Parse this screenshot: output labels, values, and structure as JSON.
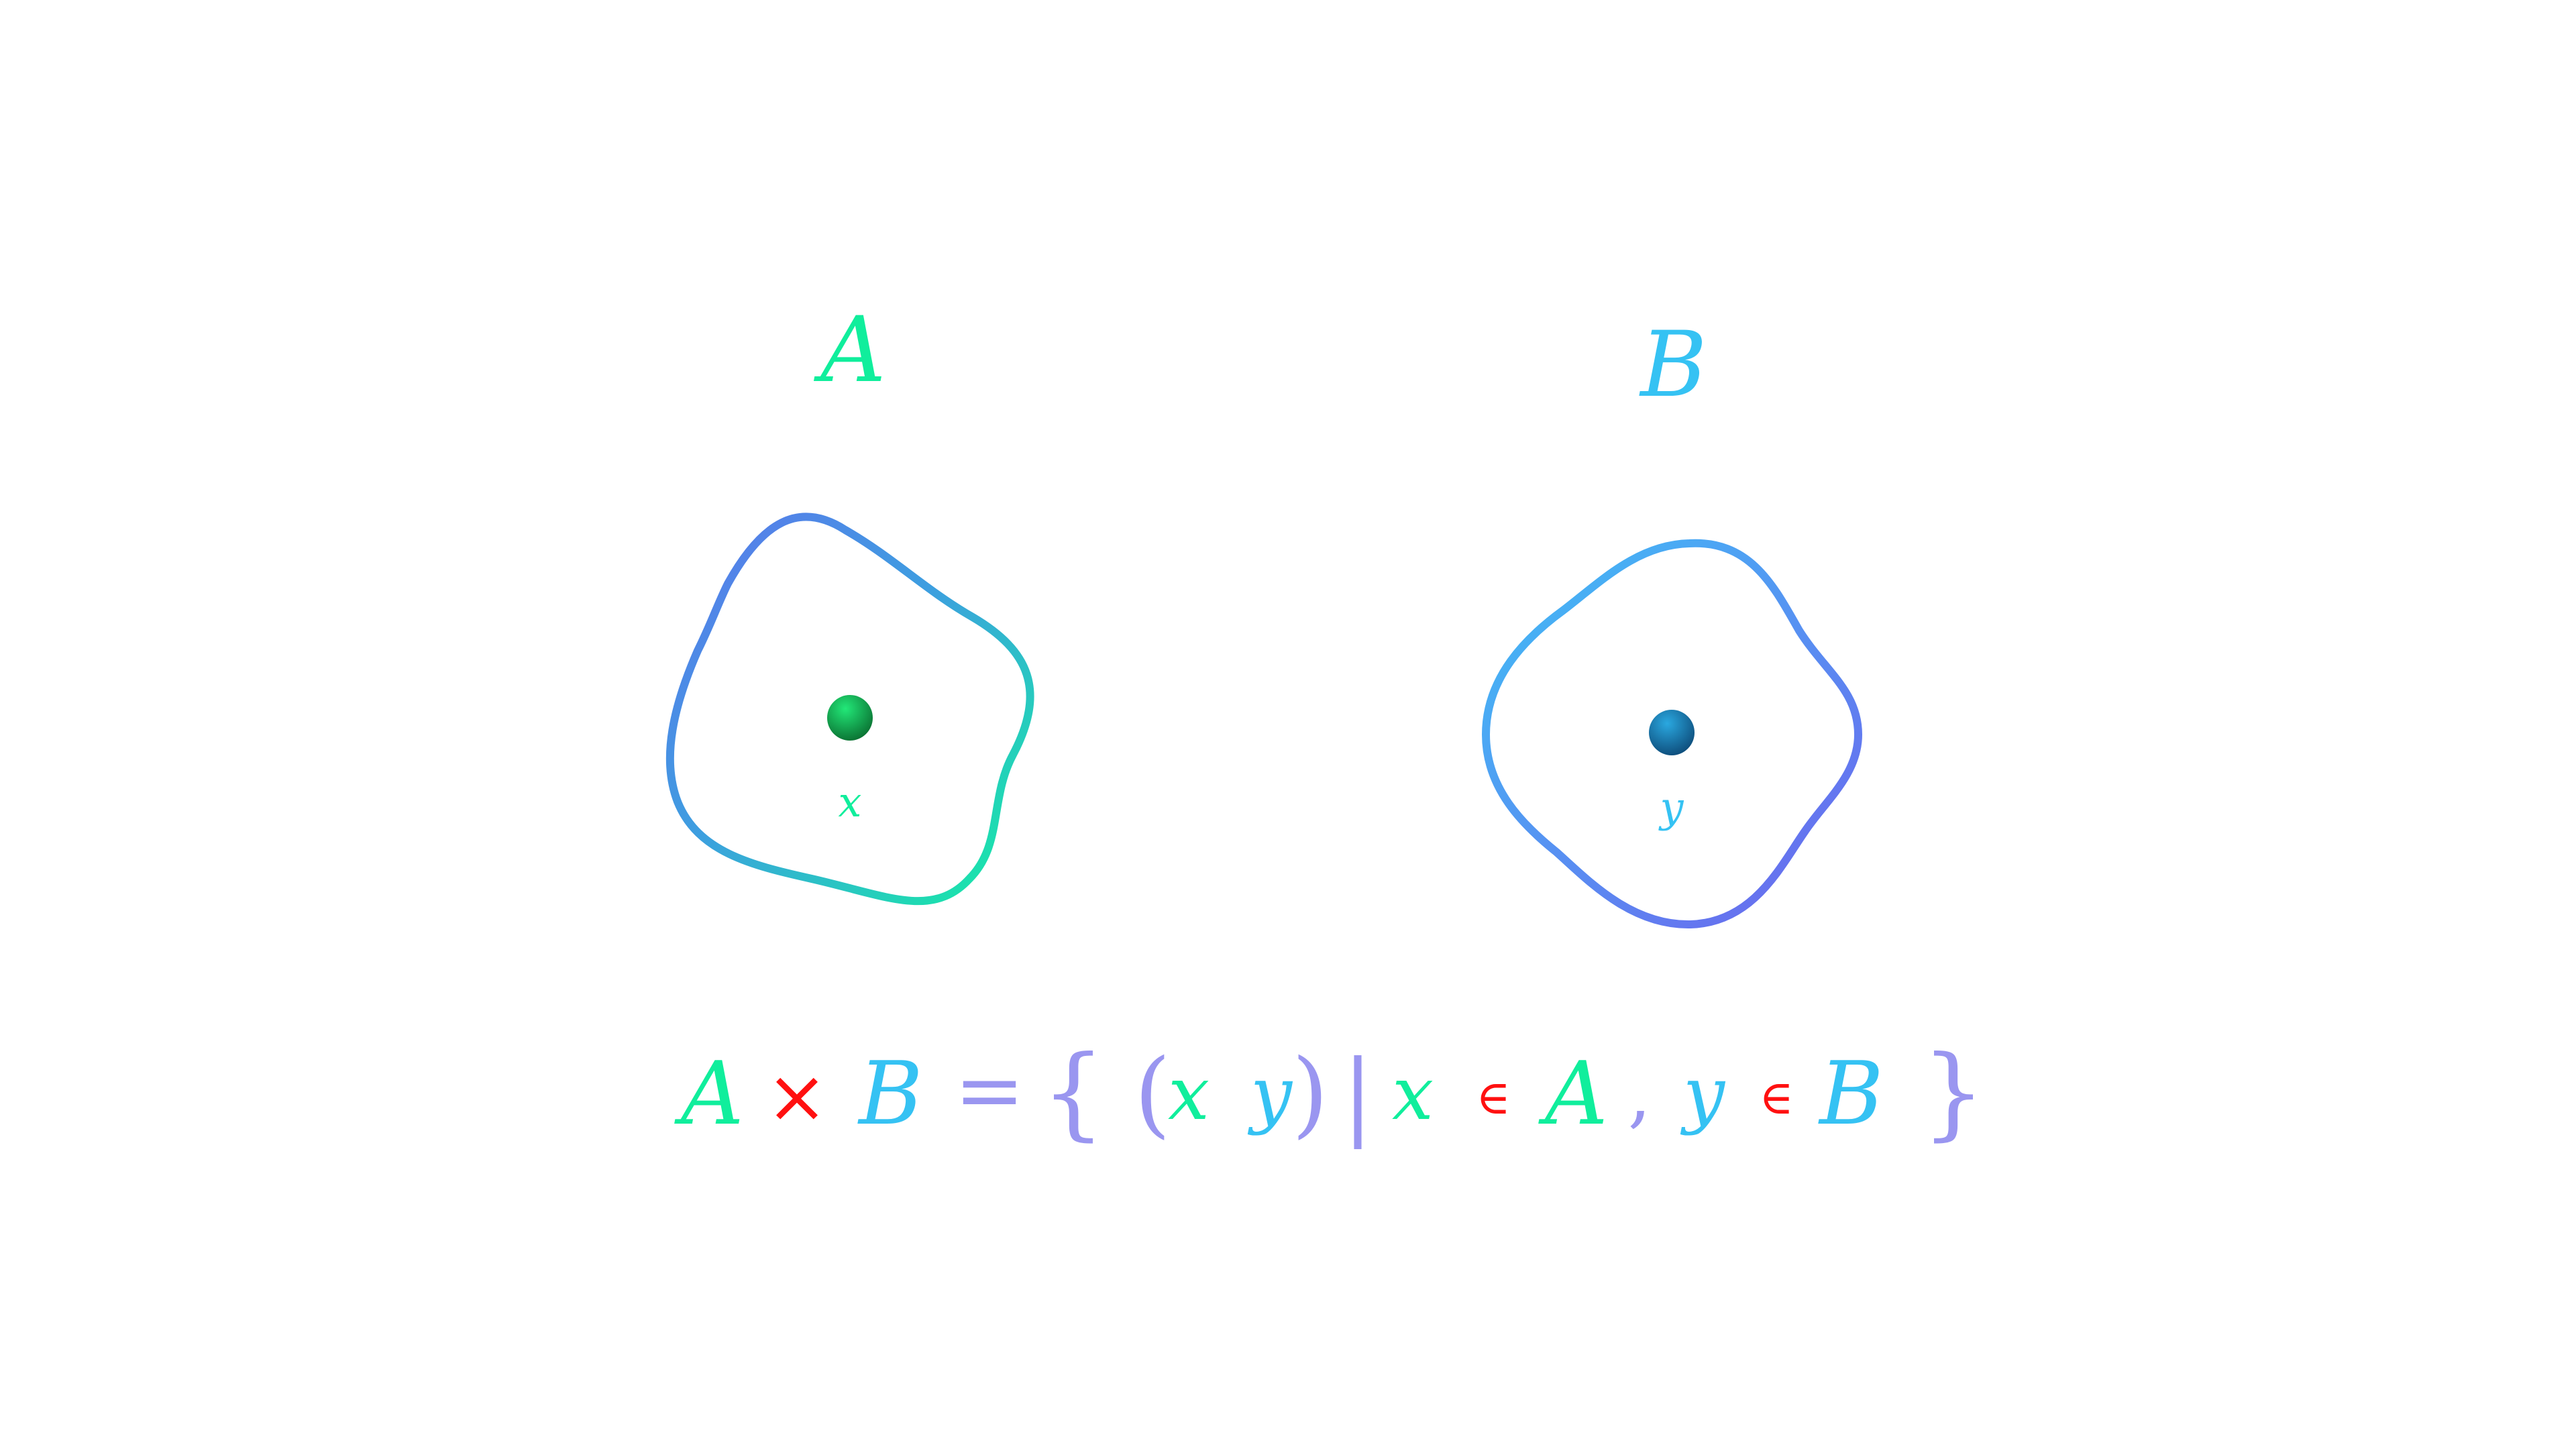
{
  "sets": {
    "a": {
      "label": "A",
      "element": "x"
    },
    "b": {
      "label": "B",
      "element": "y"
    }
  },
  "formula": {
    "lhs_a": "A",
    "times": "×",
    "lhs_b": "B",
    "equals": "=",
    "open_brace": "{",
    "open_paren": "(",
    "x1": "x",
    "y1": "y",
    "close_paren": ")",
    "bar": "|",
    "x2": "x",
    "in1": "∈",
    "set_a": "A",
    "comma": ",",
    "y2": "y",
    "in2": "∈",
    "set_b": "B",
    "close_brace": "}"
  },
  "colors": {
    "set_a": "#10ee9c",
    "set_b": "#35c2f3",
    "operator": "#ff1010",
    "bracket": "#9a96f0",
    "outline_blue": "#5a78ea",
    "outline_green": "#18e8ac",
    "outline_cyan": "#3db8f5",
    "outline_violet": "#6470ef"
  }
}
